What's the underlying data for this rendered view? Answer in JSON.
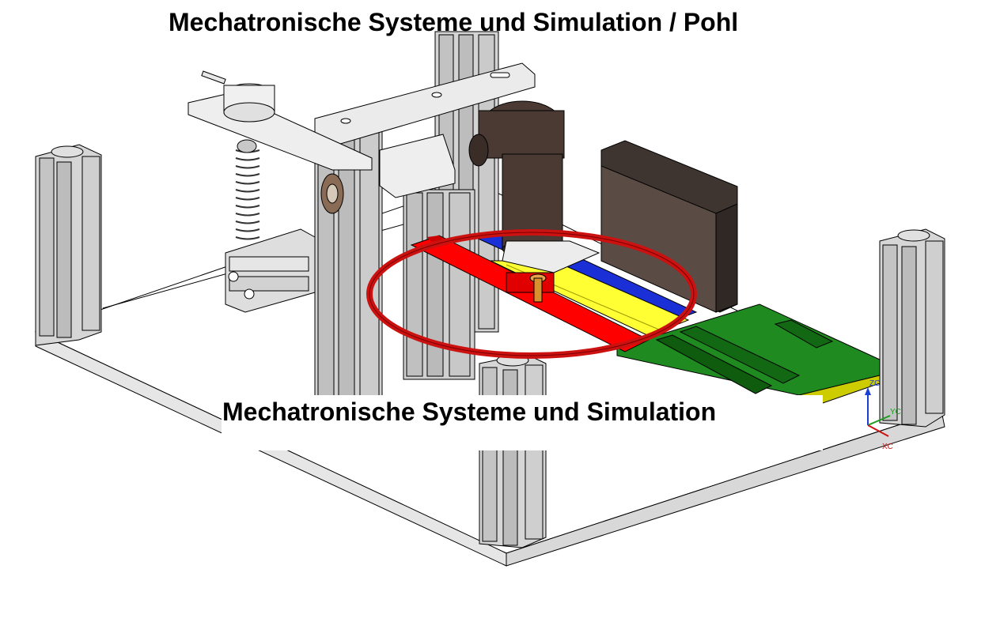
{
  "title_top": "Mechatronische Systeme und Simulation / Pohl",
  "title_mid": "Mechatronische Systeme und Simulation",
  "triad": {
    "z_label": "ZC",
    "y_label": "YC",
    "x_label": "XC"
  },
  "colors": {
    "frame_aluminium": "#d4d4d4",
    "motor_dark": "#4a3a33",
    "heatsink_dark": "#3e3531",
    "slider_red": "#ff0000",
    "ring_red": "#cc1111",
    "rail_yellow": "#ffff33",
    "rail_blue": "#1a2fd6",
    "pcb_green": "#1f8a1f",
    "pcb_component": "#136813"
  }
}
